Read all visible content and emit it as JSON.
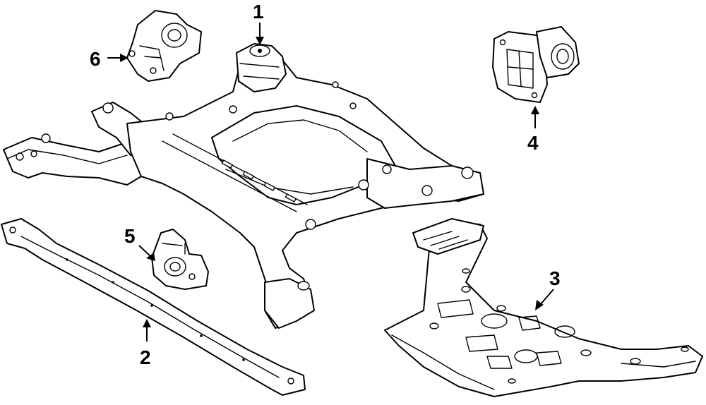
{
  "callouts": [
    {
      "id": "1",
      "part": "subframe"
    },
    {
      "id": "2",
      "part": "rear-crossmember"
    },
    {
      "id": "3",
      "part": "underbody-shield"
    },
    {
      "id": "4",
      "part": "mount-bracket-right"
    },
    {
      "id": "5",
      "part": "mount-center"
    },
    {
      "id": "6",
      "part": "mount-left"
    }
  ],
  "colors": {
    "line": "#000000",
    "background": "#ffffff"
  }
}
